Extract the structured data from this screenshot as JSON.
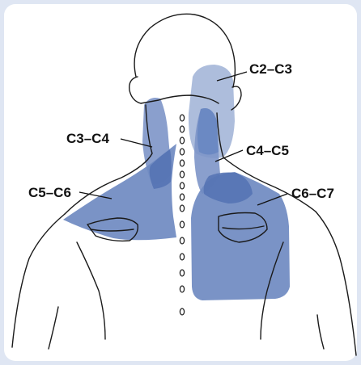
{
  "labels": {
    "c2_c3": "C2–C3",
    "c3_c4": "C3–C4",
    "c4_c5": "C4–C5",
    "c5_c6": "C5–C6",
    "c6_c7": "C6–C7"
  },
  "colors": {
    "background": "#dfe6f3",
    "panel": "#ffffff",
    "region_light": "#a9b9da",
    "region_mid": "#7d95c8",
    "region_dark": "#5372b3",
    "outline": "#1a1a1a"
  }
}
